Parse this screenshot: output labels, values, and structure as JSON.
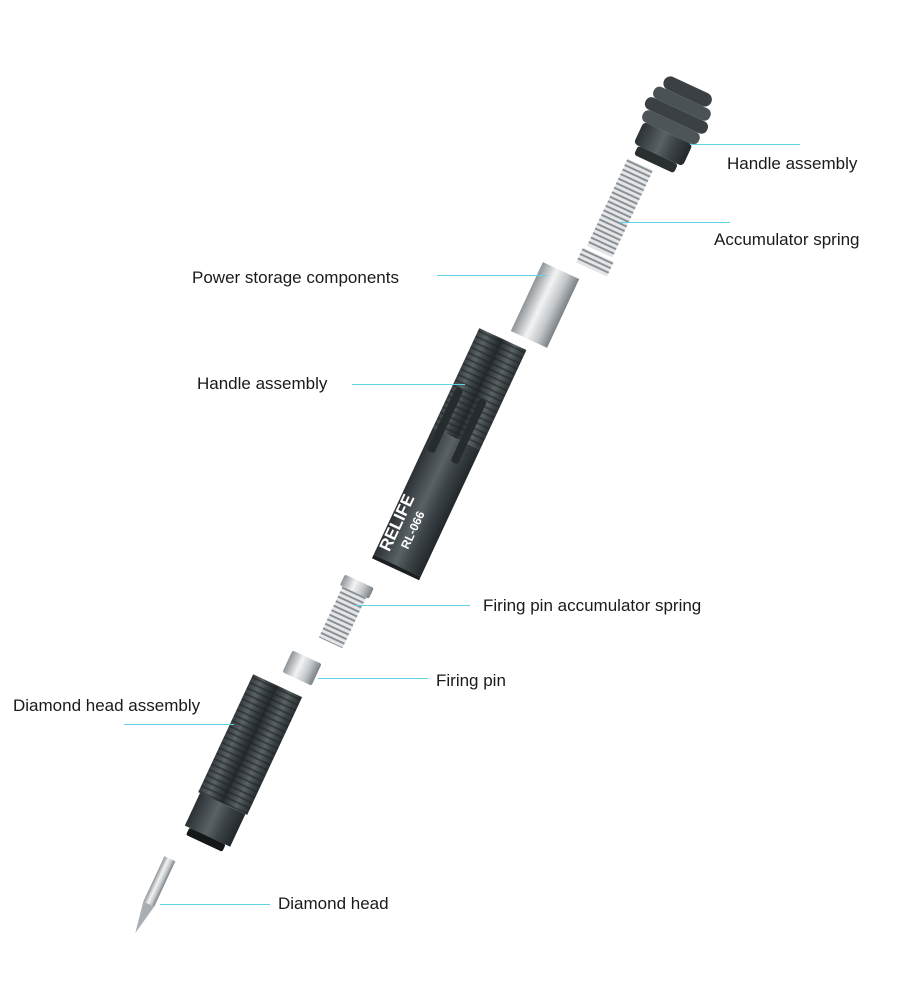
{
  "labels": {
    "handle_assembly_top": "Handle assembly",
    "accumulator_spring": "Accumulator spring",
    "power_storage_components": "Power storage components",
    "handle_assembly_mid": "Handle assembly",
    "firing_pin_accumulator_spring": "Firing pin accumulator spring",
    "firing_pin": "Firing pin",
    "diamond_head_assembly": "Diamond head assembly",
    "diamond_head": "Diamond head"
  },
  "product": {
    "brand": "RELIFE",
    "model": "RL-066"
  },
  "colors": {
    "leader_line": "#5fd3e6",
    "body_dark": "#3c4245",
    "metal_light": "#d9dcde"
  }
}
